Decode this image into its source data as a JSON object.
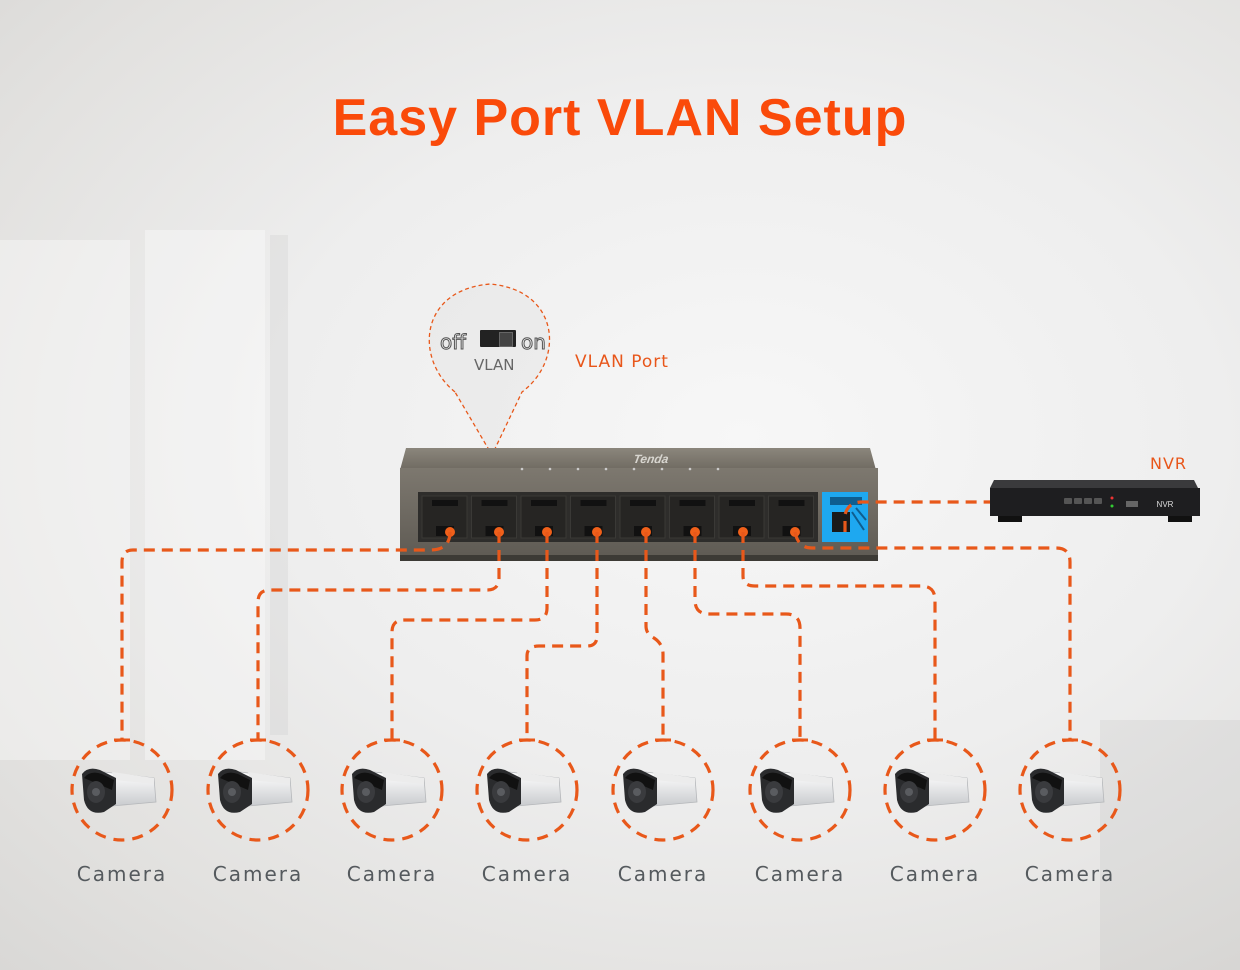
{
  "title": "Easy Port VLAN Setup",
  "callout": {
    "switch_off_label": "off",
    "switch_on_label": "on",
    "switch_name": "VLAN",
    "switch_state": "on",
    "side_label": "VLAN Port"
  },
  "switch_device": {
    "brand": "Tenda",
    "port_count": 8,
    "uplink_port_count": 1
  },
  "nvr": {
    "label": "NVR",
    "front_text": "NVR"
  },
  "cameras": [
    {
      "label": "Camera",
      "port": 1
    },
    {
      "label": "Camera",
      "port": 2
    },
    {
      "label": "Camera",
      "port": 3
    },
    {
      "label": "Camera",
      "port": 4
    },
    {
      "label": "Camera",
      "port": 5
    },
    {
      "label": "Camera",
      "port": 6
    },
    {
      "label": "Camera",
      "port": 7
    },
    {
      "label": "Camera",
      "port": 8
    }
  ],
  "colors": {
    "accent": "#fa4a0a",
    "link": "#e8581a",
    "uplink_port": "#1ea8f0",
    "text_gray": "#555a5e"
  }
}
